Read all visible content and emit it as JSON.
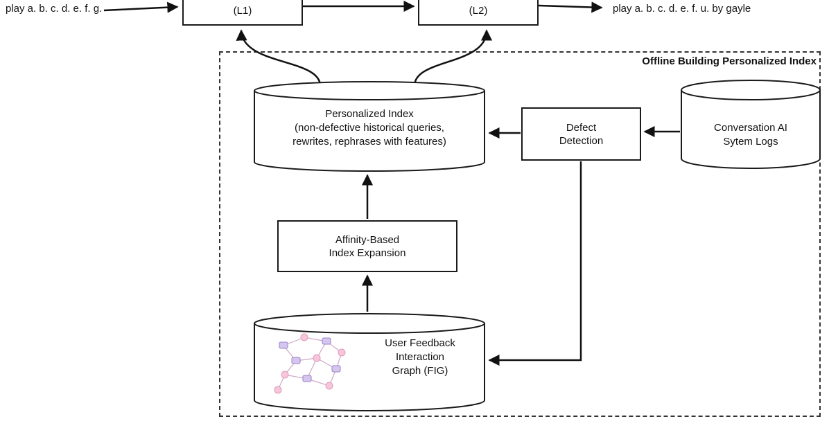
{
  "top_flow": {
    "input_query": "play a. b. c. d. e. f. g.",
    "l1_label": "(L1)",
    "l2_label": "(L2)",
    "output_query": "play a. b. c. d. e. f. u. by gayle"
  },
  "offline": {
    "title": "Offline Building Personalized Index",
    "personalized_index": {
      "lines": [
        "Personalized Index",
        "(non-defective historical queries,",
        "rewrites, rephrases with features)"
      ]
    },
    "defect_detection": {
      "lines": [
        "Defect",
        "Detection"
      ]
    },
    "conversation_logs": {
      "lines": [
        "Conversation AI",
        "Sytem Logs"
      ]
    },
    "affinity_expansion": {
      "lines": [
        "Affinity-Based",
        "Index Expansion"
      ]
    },
    "fig_cylinder": {
      "lines": [
        "User Feedback",
        "Interaction",
        "Graph (FIG)"
      ]
    }
  },
  "colors": {
    "line": "#111111",
    "background": "#ffffff",
    "graph_square_node": "#d4c6ee",
    "graph_circle_node": "#f7c6da",
    "graph_edge": "#cfa9c6"
  }
}
